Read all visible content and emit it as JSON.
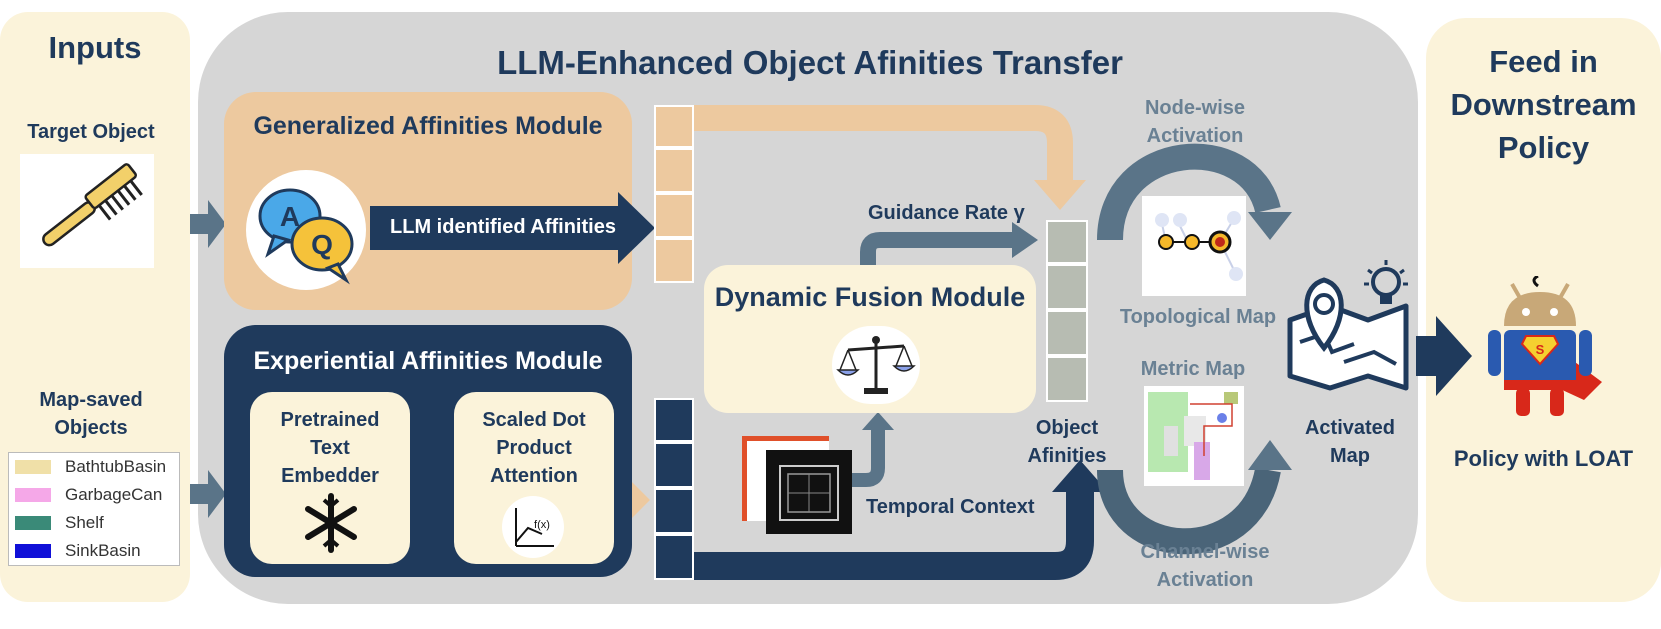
{
  "inputs": {
    "title": "Inputs",
    "target_object_label": "Target Object",
    "map_saved_label": "Map-saved\nObjects",
    "legend": [
      {
        "label": "BathtubBasin",
        "color": "#f0e0a8"
      },
      {
        "label": "GarbageCan",
        "color": "#f5a8e8"
      },
      {
        "label": "Shelf",
        "color": "#3a8a78"
      },
      {
        "label": "SinkBasin",
        "color": "#1010d8"
      }
    ]
  },
  "main": {
    "title": "LLM-Enhanced Object Afinities Transfer",
    "generalized": {
      "title": "Generalized Affinities Module",
      "arrow_label": "LLM identified Affinities",
      "chat_a": "A",
      "chat_q": "Q"
    },
    "experiential": {
      "title": "Experiential Affinities Module",
      "embedder": "Pretrained\nText\nEmbedder",
      "attention": "Scaled Dot\nProduct\nAttention",
      "fx": "f(x)"
    },
    "fusion": {
      "title": "Dynamic Fusion Module",
      "guidance": "Guidance Rate γ",
      "temporal": "Temporal Context"
    },
    "object_afinities": "Object\nAfinities",
    "node_wise": "Node-wise\nActivation",
    "topological": "Topological Map",
    "metric": "Metric Map",
    "channel_wise": "Channel-wise\nActivation",
    "activated": "Activated\nMap"
  },
  "right": {
    "title": "Feed in\nDownstream\nPolicy",
    "policy": "Policy with LOAT"
  },
  "colors": {
    "navy": "#1f3a5c",
    "tan": "#edc99f",
    "cream": "#fbf3da",
    "gray_panel": "#d6d6d6",
    "slate": "#5a7488"
  }
}
